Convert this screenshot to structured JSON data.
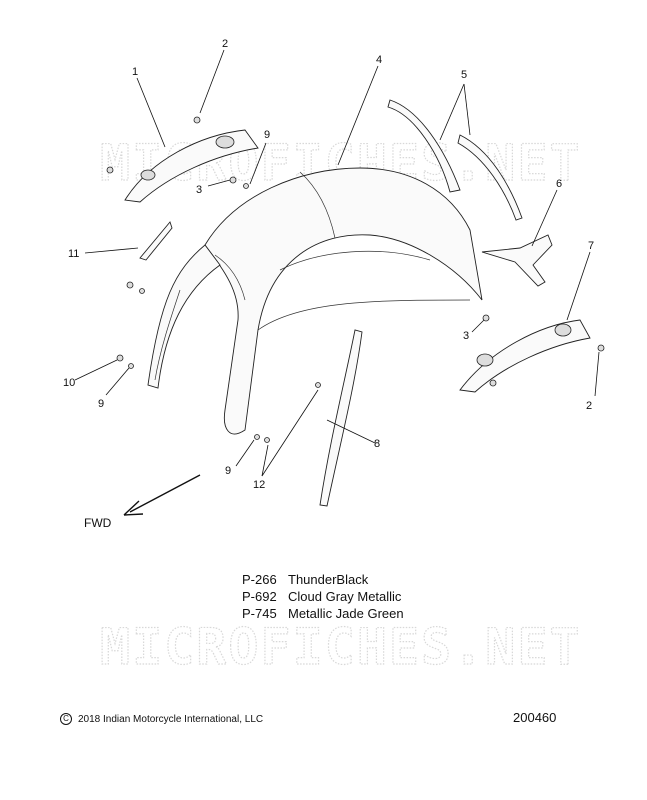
{
  "watermark": "MICROFICHES.NET",
  "callouts": [
    "1",
    "2",
    "3",
    "4",
    "5",
    "6",
    "7",
    "2",
    "3",
    "8",
    "9",
    "9",
    "9",
    "10",
    "11",
    "12"
  ],
  "fwd_label": "FWD",
  "paint_codes": [
    {
      "code": "P-266",
      "name": "ThunderBlack"
    },
    {
      "code": "P-692",
      "name": "Cloud Gray Metallic"
    },
    {
      "code": "P-745",
      "name": "Metallic Jade Green"
    }
  ],
  "copyright": "2018 Indian Motorcycle International, LLC",
  "copyright_symbol": "C",
  "diagram_id": "200460"
}
